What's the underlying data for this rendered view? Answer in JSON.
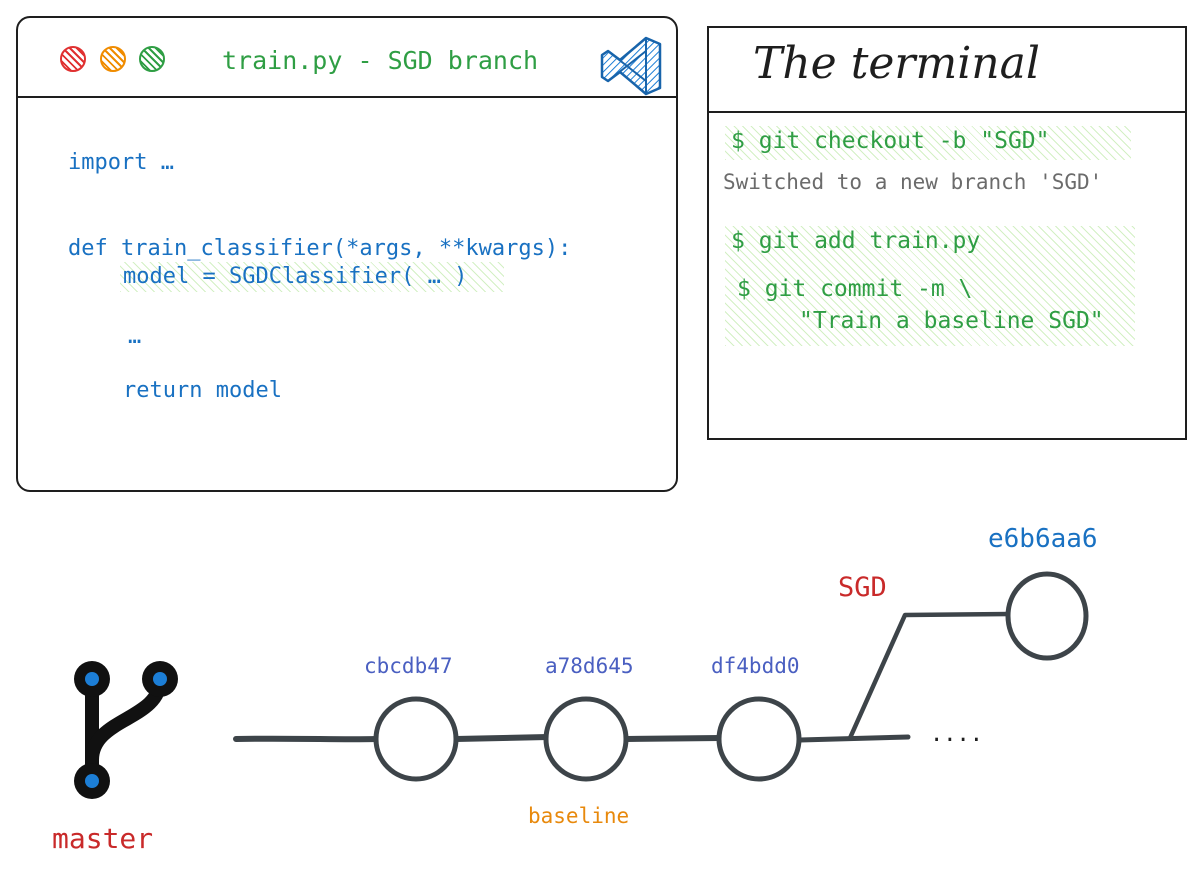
{
  "editor": {
    "title": "train.py - SGD branch",
    "lines": [
      "import …",
      "def train_classifier(*args, **kwargs):",
      "model = SGDClassifier( … )",
      "…",
      "return model"
    ]
  },
  "terminal": {
    "title": "The terminal",
    "cmd_checkout": "$ git checkout -b \"SGD\"",
    "out_checkout": "Switched to a new branch 'SGD'",
    "cmd_add": "$ git add train.py",
    "cmd_commit_1": "$ git commit -m \\",
    "cmd_commit_2": "\"Train a baseline SGD\""
  },
  "graph": {
    "commits": [
      "cbcdb47",
      "a78d645",
      "df4bdd0"
    ],
    "branch_commit": "e6b6aa6",
    "labels": {
      "master": "master",
      "sgd": "SGD",
      "baseline": "baseline",
      "continuation": "...."
    }
  },
  "colors": {
    "code_blue": "#1971c2",
    "green": "#2f9e44",
    "red": "#c92a2a",
    "orange": "#e8890c",
    "hash_blue": "#4a5fc1",
    "line_gray": "#3d4449"
  }
}
